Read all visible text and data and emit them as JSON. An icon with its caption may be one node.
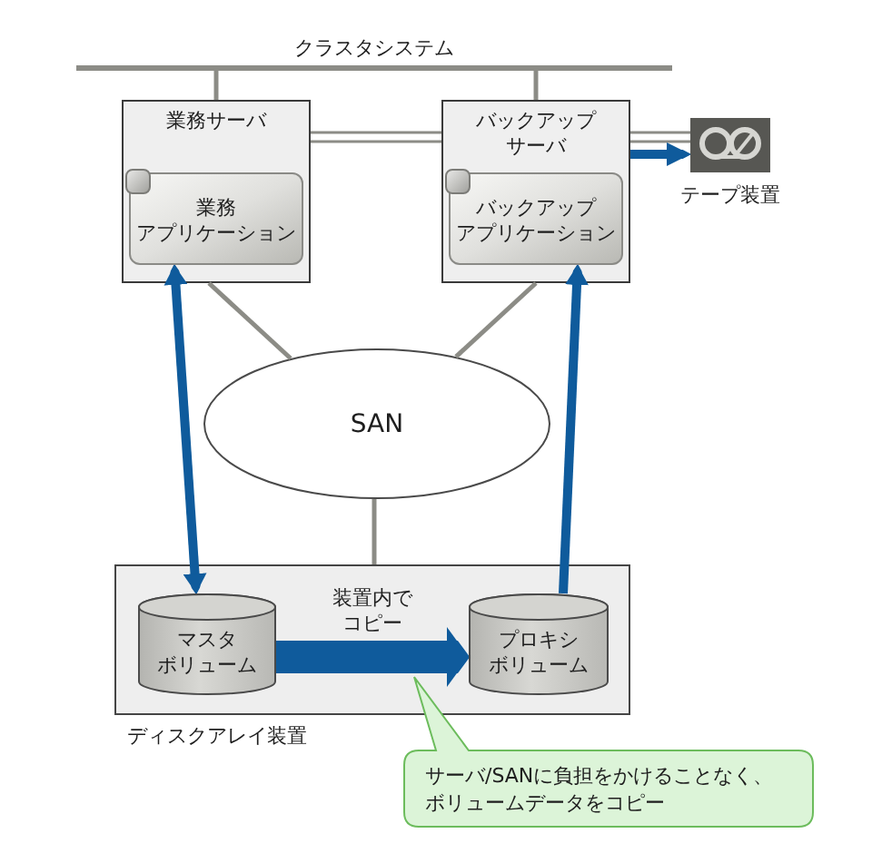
{
  "diagram": {
    "nodes": [
      {
        "text": [
          "クラスタシステム"
        ]
      },
      {
        "text": [
          "業務サーバ"
        ]
      },
      {
        "text": [
          "業務アプリケーション"
        ],
        "in": 1
      },
      {
        "text": [
          "バックアップサーバ"
        ]
      },
      {
        "text": [
          "バックアップアプリケーション"
        ],
        "in": 3
      },
      {
        "text": [
          "テープ装置"
        ]
      },
      {
        "text": [
          "SAN"
        ]
      },
      {
        "text": [
          "ディスクアレイ装置"
        ]
      },
      {
        "text": [
          "マスタボリューム"
        ],
        "in": 7
      },
      {
        "text": [
          "プロキシボリューム"
        ],
        "in": 7
      },
      {
        "text": [
          "サーバ/SANに負担をかけることなく、ボリュームデータをコピー"
        ]
      }
    ],
    "edges": [
      {
        "from": 0,
        "to": 1,
        "arrow": "none"
      },
      {
        "from": 0,
        "to": 3,
        "arrow": "none"
      },
      {
        "from": 1,
        "to": 3,
        "arrow": "none"
      },
      {
        "from": 3,
        "to": 5,
        "arrow": "none"
      },
      {
        "from": 3,
        "to": 5,
        "arrow": "to",
        "style": "thick",
        "color": "#0f5b9c"
      },
      {
        "from": 1,
        "to": 6,
        "arrow": "none"
      },
      {
        "from": 3,
        "to": 6,
        "arrow": "none"
      },
      {
        "from": 6,
        "to": 7,
        "arrow": "none"
      },
      {
        "from": 8,
        "to": 2,
        "arrow": "both",
        "style": "thick",
        "color": "#0f5b9c"
      },
      {
        "from": 9,
        "to": 4,
        "arrow": "to",
        "style": "thick",
        "color": "#0f5b9c"
      },
      {
        "from": 8,
        "to": 9,
        "arrow": "to",
        "label": "装置内でコピー",
        "style": "thick",
        "color": "#0f5b9c"
      }
    ]
  }
}
